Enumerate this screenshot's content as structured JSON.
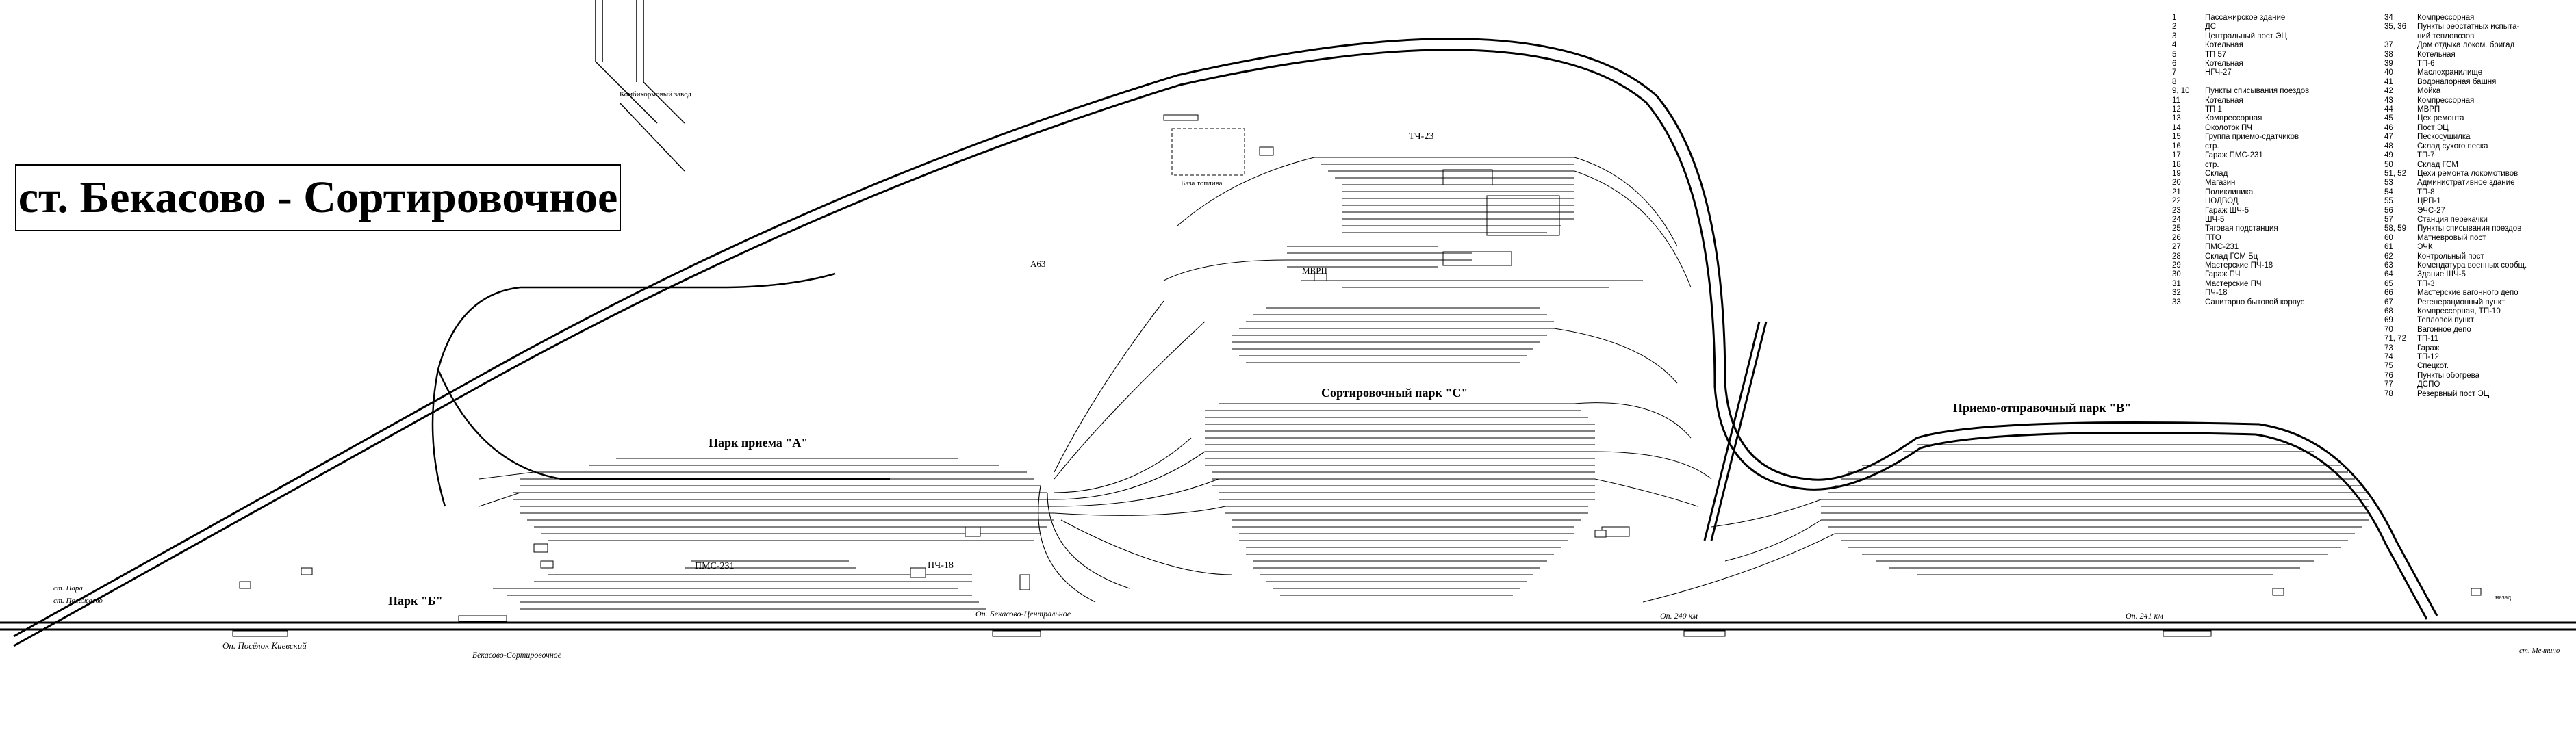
{
  "title": "ст. Бекасово - Сортировочное",
  "parks": {
    "a": "Парк приема \"А\"",
    "b": "Парк \"Б\"",
    "c": "Сортировочный парк \"С\"",
    "v": "Приемо-отправочный парк \"В\""
  },
  "labels": {
    "kombikorm": "Комбикормовый завод",
    "baza": "База топлива",
    "tch23": "ТЧ-23",
    "mvrp": "МВРП",
    "a63": "А63",
    "pms231": "ПМС-231",
    "pch18": "ПЧ-18",
    "op_poselok": "Оп. Посёлок Киевский",
    "op_bekasovo_sort": "Бекасово-Сортировочное",
    "op_bekasovo_centr": "Оп. Бекасово-Центральное",
    "op_240": "Оп. 240 км",
    "op_241": "Оп. 241 км",
    "st_nara": "ст. Нара",
    "st_polezhaevo": "ст. Полежаево",
    "st_mechnino": "ст. Мечнино",
    "on_arrow": "назад"
  },
  "legend_left": [
    {
      "num": "1",
      "text": "Пассажирское здание"
    },
    {
      "num": "2",
      "text": "ДС"
    },
    {
      "num": "3",
      "text": "Центральный пост ЭЦ"
    },
    {
      "num": "4",
      "text": "Котельная"
    },
    {
      "num": "5",
      "text": "ТП 57"
    },
    {
      "num": "6",
      "text": "Котельная"
    },
    {
      "num": "7",
      "text": "НГЧ-27"
    },
    {
      "num": "8",
      "text": ""
    },
    {
      "num": "9, 10",
      "text": "Пункты списывания поездов"
    },
    {
      "num": "11",
      "text": "Котельная"
    },
    {
      "num": "12",
      "text": "ТП 1"
    },
    {
      "num": "13",
      "text": "Компрессорная"
    },
    {
      "num": "14",
      "text": "Околоток ПЧ"
    },
    {
      "num": "15",
      "text": "Группа приемо-сдатчиков"
    },
    {
      "num": "16",
      "text": "стр."
    },
    {
      "num": "17",
      "text": "Гараж ПМС-231"
    },
    {
      "num": "18",
      "text": "стр."
    },
    {
      "num": "19",
      "text": "Склад"
    },
    {
      "num": "20",
      "text": "Магазин"
    },
    {
      "num": "21",
      "text": "Поликлиника"
    },
    {
      "num": "22",
      "text": "НОДВОД"
    },
    {
      "num": "23",
      "text": "Гараж ШЧ-5"
    },
    {
      "num": "24",
      "text": "ШЧ-5"
    },
    {
      "num": "25",
      "text": "Тяговая подстанция"
    },
    {
      "num": "26",
      "text": "ПТО"
    },
    {
      "num": "27",
      "text": "ПМС-231"
    },
    {
      "num": "28",
      "text": "Склад ГСМ Бц"
    },
    {
      "num": "29",
      "text": "Мастерские ПЧ-18"
    },
    {
      "num": "30",
      "text": "Гараж ПЧ"
    },
    {
      "num": "31",
      "text": "Мастерские ПЧ"
    },
    {
      "num": "32",
      "text": "ПЧ-18"
    },
    {
      "num": "33",
      "text": "Санитарно бытовой корпус"
    }
  ],
  "legend_right": [
    {
      "num": "34",
      "text": "Компрессорная"
    },
    {
      "num": "35, 36",
      "text": "Пункты реостатных испыта-"
    },
    {
      "num": "",
      "text": "ний тепловозов"
    },
    {
      "num": "37",
      "text": "Дом отдыха локом. бригад"
    },
    {
      "num": "38",
      "text": "Котельная"
    },
    {
      "num": "39",
      "text": "ТП-6"
    },
    {
      "num": "40",
      "text": "Маслохранилище"
    },
    {
      "num": "41",
      "text": "Водонапорная башня"
    },
    {
      "num": "42",
      "text": "Мойка"
    },
    {
      "num": "43",
      "text": "Компрессорная"
    },
    {
      "num": "44",
      "text": "МВРП"
    },
    {
      "num": "45",
      "text": "Цех ремонта"
    },
    {
      "num": "46",
      "text": "Пост ЭЦ"
    },
    {
      "num": "47",
      "text": "Пескосушилка"
    },
    {
      "num": "48",
      "text": "Склад сухого песка"
    },
    {
      "num": "49",
      "text": "ТП-7"
    },
    {
      "num": "50",
      "text": "Склад ГСМ"
    },
    {
      "num": "51, 52",
      "text": "Цехи ремонта локомотивов"
    },
    {
      "num": "53",
      "text": "Административное здание"
    },
    {
      "num": "54",
      "text": "ТП-8"
    },
    {
      "num": "55",
      "text": "ЦРП-1"
    },
    {
      "num": "56",
      "text": "ЭЧС-27"
    },
    {
      "num": "57",
      "text": "Станция перекачки"
    },
    {
      "num": "58, 59",
      "text": "Пункты списывания поездов"
    },
    {
      "num": "60",
      "text": "Матневровый пост"
    },
    {
      "num": "61",
      "text": "ЭЧК"
    },
    {
      "num": "62",
      "text": "Контрольный пост"
    },
    {
      "num": "63",
      "text": "Комендатура военных сообщ."
    },
    {
      "num": "64",
      "text": "Здание ШЧ-5"
    },
    {
      "num": "65",
      "text": "ТП-3"
    },
    {
      "num": "66",
      "text": "Мастерские вагонного депо"
    },
    {
      "num": "67",
      "text": "Регенерационный пункт"
    },
    {
      "num": "68",
      "text": "Компрессорная, ТП-10"
    },
    {
      "num": "69",
      "text": "Тепловой пункт"
    },
    {
      "num": "70",
      "text": "Вагонное депо"
    },
    {
      "num": "71, 72",
      "text": "ТП-11"
    },
    {
      "num": "73",
      "text": "Гараж"
    },
    {
      "num": "74",
      "text": "ТП-12"
    },
    {
      "num": "75",
      "text": "Спецкот."
    },
    {
      "num": "76",
      "text": "Пункты обогрева"
    },
    {
      "num": "77",
      "text": "ДСПО"
    },
    {
      "num": "78",
      "text": "Резервный пост ЭЦ"
    }
  ]
}
